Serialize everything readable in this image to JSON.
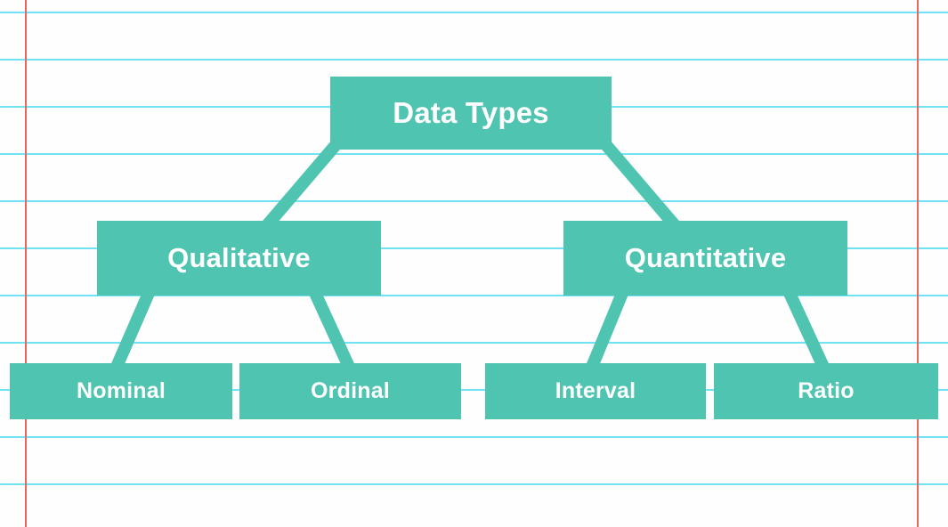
{
  "diagram": {
    "title": "Data Types",
    "type": "hierarchy-tree",
    "theme": {
      "node_fill": "#4ec4b1",
      "node_text": "#ffffff",
      "connector": "#4ec4b1",
      "paper_rule_line": "#6fe3f5",
      "paper_margin_line": "#e8685f",
      "paper_background": "#fefefe"
    },
    "levels": [
      {
        "level": 1,
        "nodes": [
          {
            "id": "data-types",
            "label": "Data Types"
          }
        ]
      },
      {
        "level": 2,
        "nodes": [
          {
            "id": "qualitative",
            "label": "Qualitative"
          },
          {
            "id": "quantitative",
            "label": "Quantitative"
          }
        ]
      },
      {
        "level": 3,
        "nodes": [
          {
            "id": "nominal",
            "label": "Nominal"
          },
          {
            "id": "ordinal",
            "label": "Ordinal"
          },
          {
            "id": "interval",
            "label": "Interval"
          },
          {
            "id": "ratio",
            "label": "Ratio"
          }
        ]
      }
    ],
    "edges": [
      {
        "from": "data-types",
        "to": "qualitative"
      },
      {
        "from": "data-types",
        "to": "quantitative"
      },
      {
        "from": "qualitative",
        "to": "nominal"
      },
      {
        "from": "qualitative",
        "to": "ordinal"
      },
      {
        "from": "quantitative",
        "to": "interval"
      },
      {
        "from": "quantitative",
        "to": "ratio"
      }
    ]
  }
}
